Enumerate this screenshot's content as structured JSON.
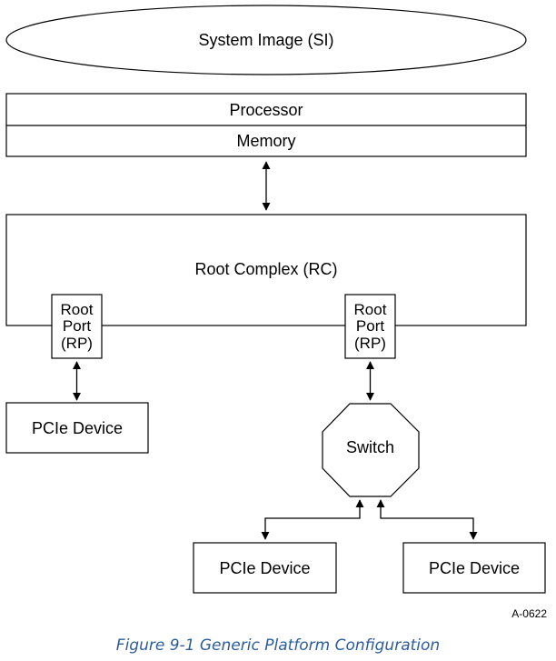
{
  "system_image": {
    "label": "System Image (SI)"
  },
  "processor": {
    "label": "Processor"
  },
  "memory": {
    "label": "Memory"
  },
  "root_complex": {
    "label": "Root Complex (RC)"
  },
  "root_ports": [
    {
      "line1": "Root",
      "line2": "Port",
      "line3": "(RP)"
    },
    {
      "line1": "Root",
      "line2": "Port",
      "line3": "(RP)"
    }
  ],
  "switch": {
    "label": "Switch"
  },
  "devices": [
    {
      "label": "PCIe Device"
    },
    {
      "label": "PCIe Device"
    },
    {
      "label": "PCIe Device"
    }
  ],
  "figure_id": "A-0622",
  "caption": "Figure  9-1  Generic Platform Configuration"
}
